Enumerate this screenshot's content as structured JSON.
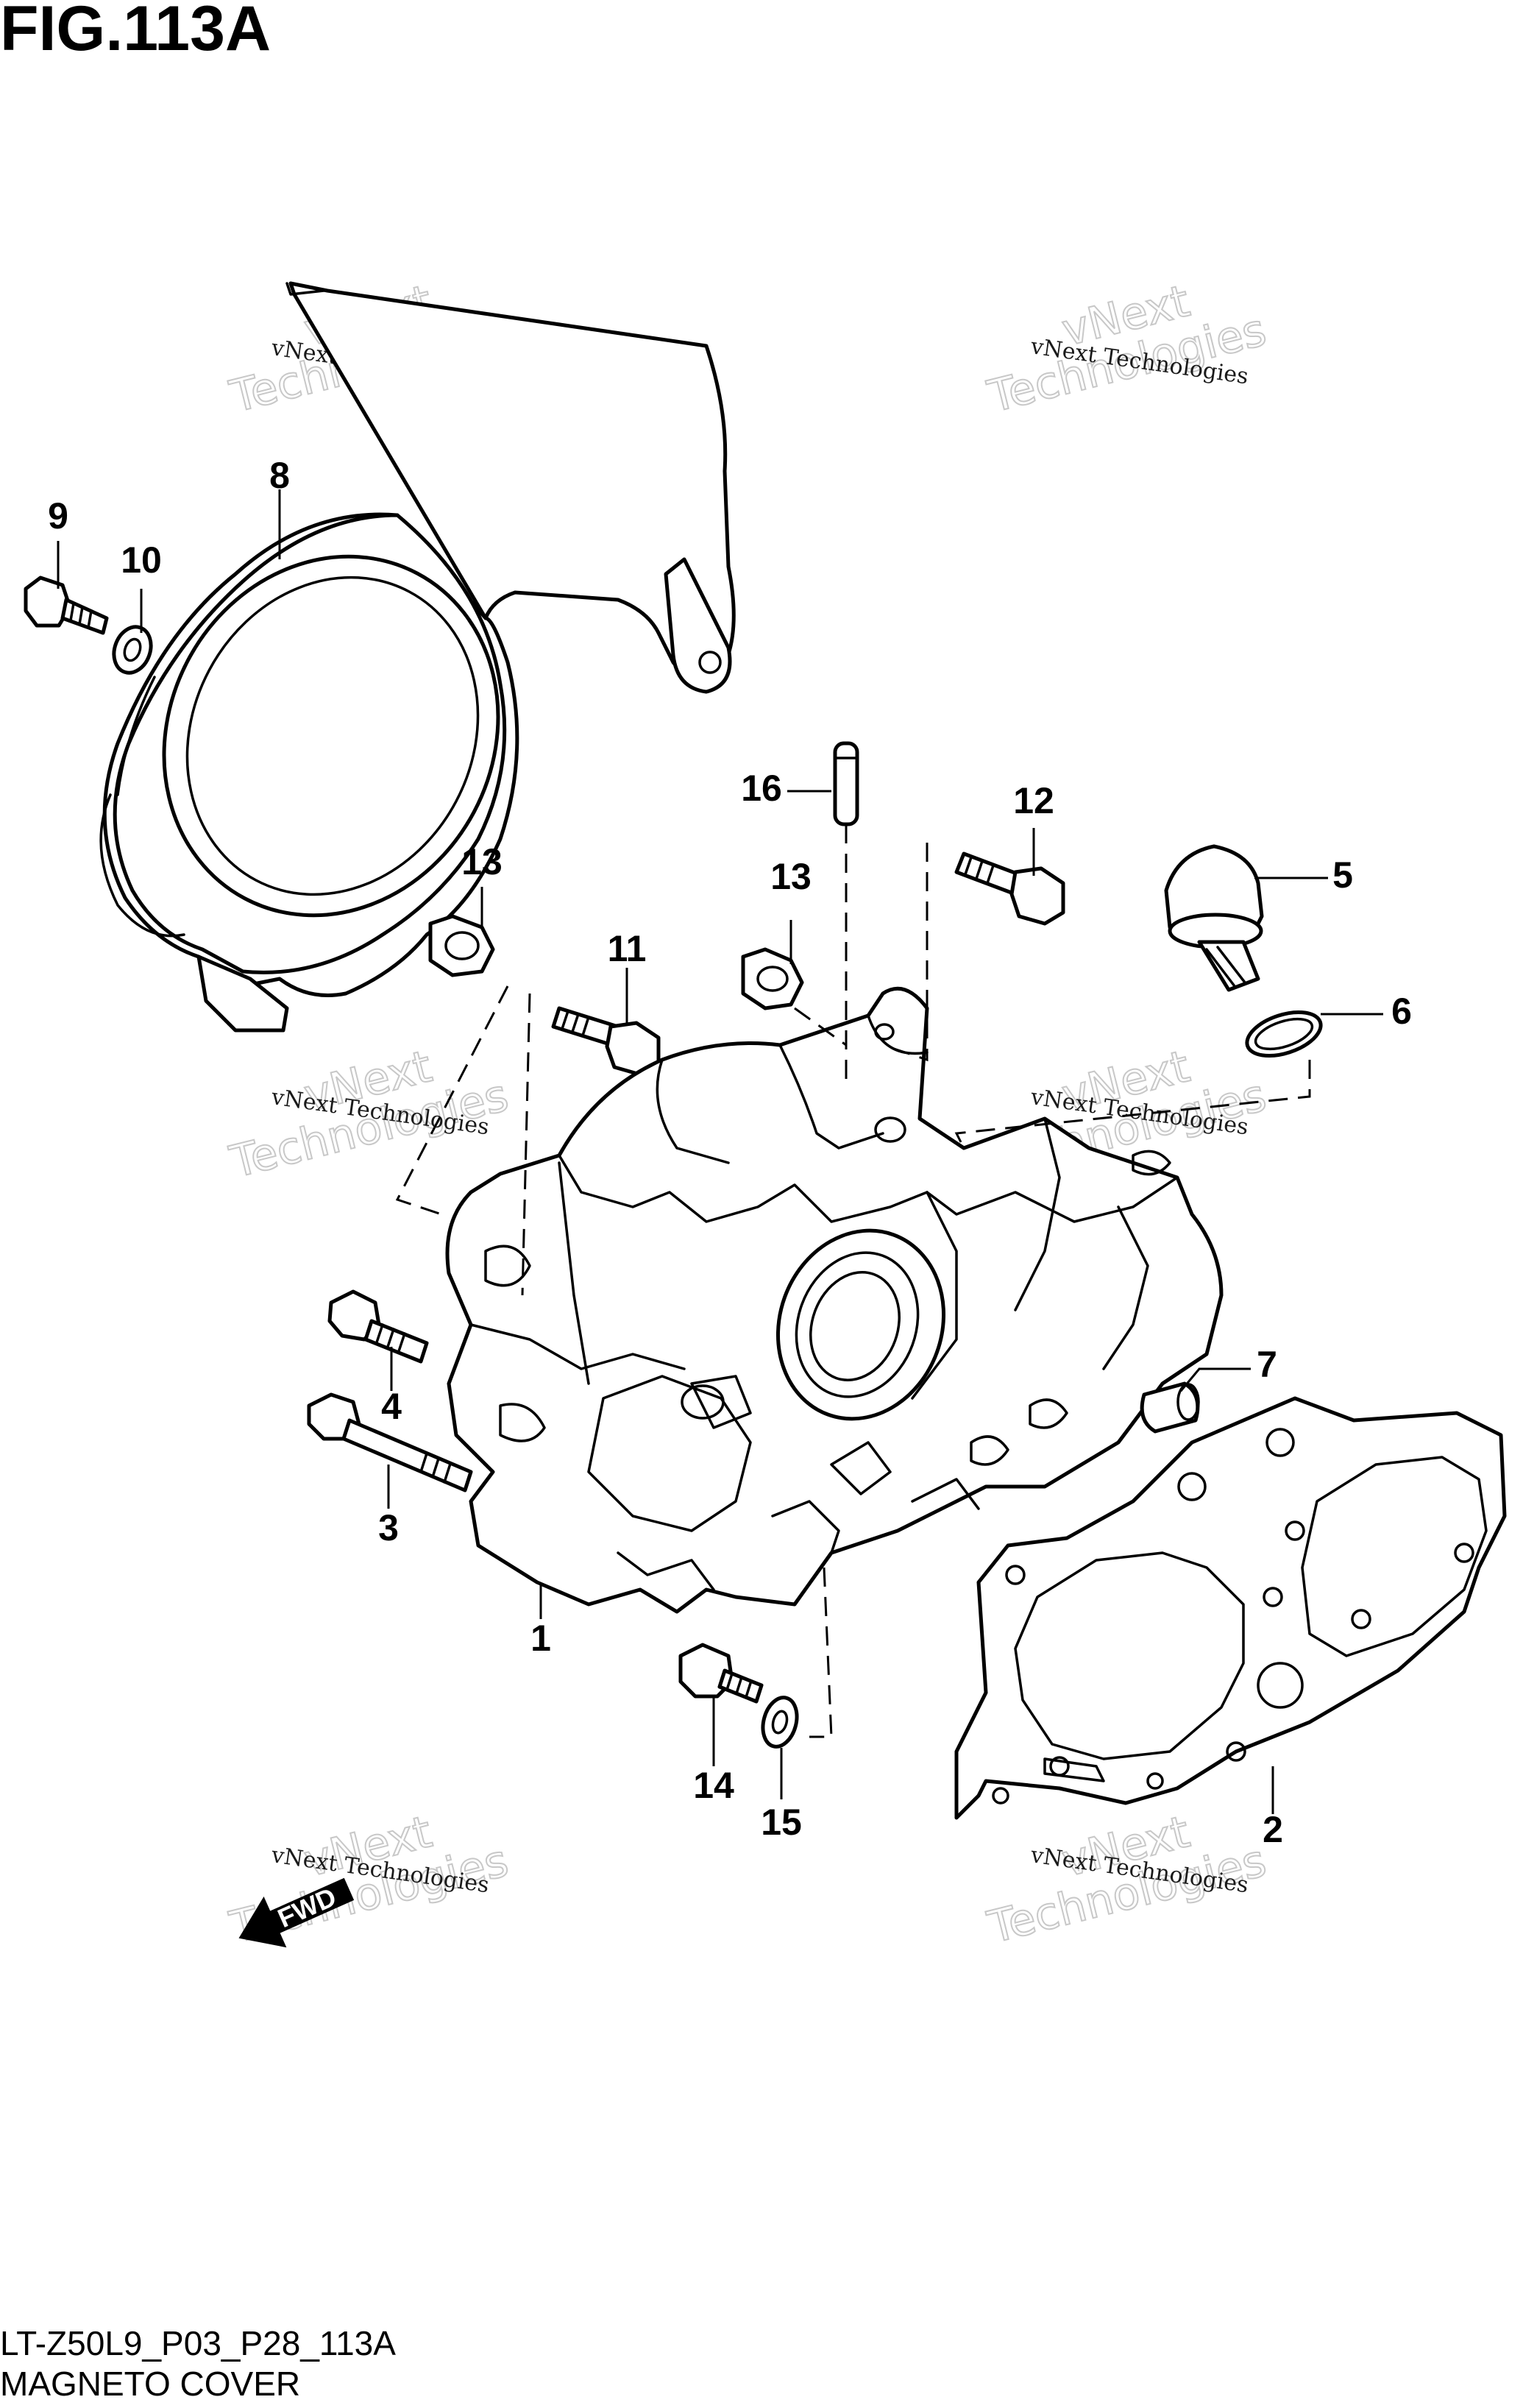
{
  "figure": {
    "title": "FIG.113A",
    "code": "LT-Z50L9_P03_P28_113A",
    "name": "MAGNETO COVER"
  },
  "watermark": {
    "line1": "vNext",
    "line2": "vNext Technologies",
    "line3": "Technologies"
  },
  "direction_arrow": {
    "label": "FWD"
  },
  "callouts": [
    {
      "id": "1",
      "part": "magneto cover"
    },
    {
      "id": "2",
      "part": "gasket"
    },
    {
      "id": "3",
      "part": "long bolt"
    },
    {
      "id": "4",
      "part": "bolt"
    },
    {
      "id": "5",
      "part": "oil filler cap"
    },
    {
      "id": "6",
      "part": "o-ring"
    },
    {
      "id": "7",
      "part": "dowel pin"
    },
    {
      "id": "8",
      "part": "generator cover"
    },
    {
      "id": "9",
      "part": "bolt"
    },
    {
      "id": "10",
      "part": "washer"
    },
    {
      "id": "11",
      "part": "bolt"
    },
    {
      "id": "12",
      "part": "bolt"
    },
    {
      "id": "13",
      "part": "nut"
    },
    {
      "id": "14",
      "part": "plug"
    },
    {
      "id": "15",
      "part": "gasket washer"
    },
    {
      "id": "16",
      "part": "pin"
    }
  ]
}
